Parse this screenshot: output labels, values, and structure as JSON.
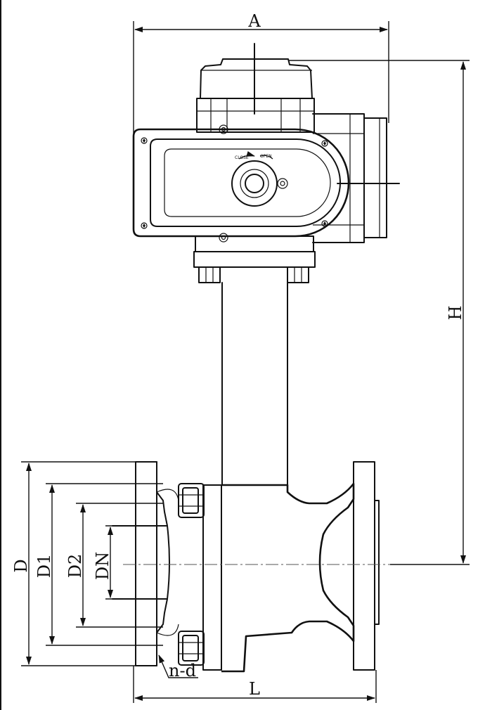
{
  "dimension_labels": {
    "A": "A",
    "H": "H",
    "D": "D",
    "D1": "D1",
    "D2": "D2",
    "DN": "DN",
    "L": "L",
    "n_d": "n-d"
  },
  "actuator_marks": {
    "close": "CLOSE",
    "open": "OPEN"
  }
}
